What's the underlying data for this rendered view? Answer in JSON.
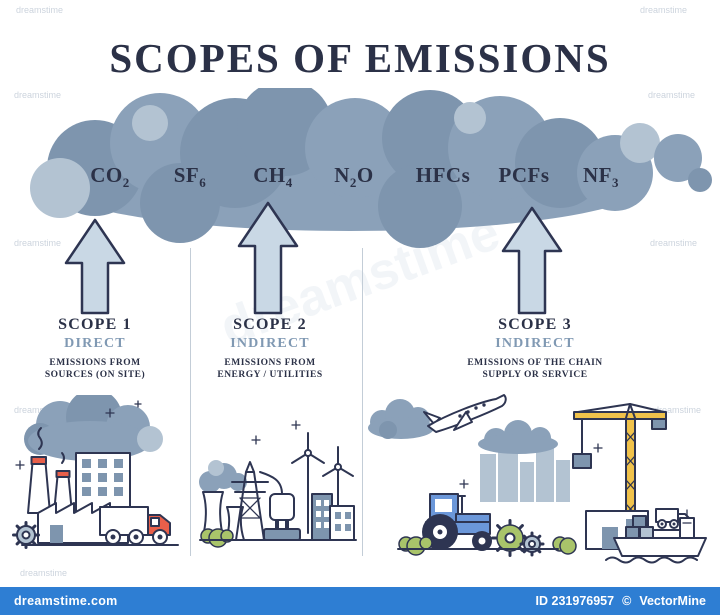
{
  "title": "SCOPES OF EMISSIONS",
  "colors": {
    "ink": "#2e3552",
    "text": "#2b3147",
    "muted": "#8099b3",
    "cloud": "#8ba1b9",
    "cloudDark": "#7e95ae",
    "cloudLight": "#b3c3d2",
    "arrow": "#c9d8e5",
    "red": "#e85f4a",
    "green": "#a9c46a",
    "yellow": "#f0c24b",
    "blue": "#6b97d9",
    "footer": "#2e7ed3"
  },
  "cloud": {
    "gases": [
      {
        "base": "CO",
        "sub": "2",
        "tail": ""
      },
      {
        "base": "SF",
        "sub": "6",
        "tail": ""
      },
      {
        "base": "CH",
        "sub": "4",
        "tail": ""
      },
      {
        "base": "N",
        "sub": "2",
        "tail": "O"
      },
      {
        "base": "HFCs",
        "sub": "",
        "tail": ""
      },
      {
        "base": "PCFs",
        "sub": "",
        "tail": ""
      },
      {
        "base": "NF",
        "sub": "3",
        "tail": ""
      }
    ]
  },
  "scopes": [
    {
      "label": "SCOPE 1",
      "type": "DIRECT",
      "desc1": "EMISSIONS FROM",
      "desc2": "SOURCES (ON SITE)"
    },
    {
      "label": "SCOPE 2",
      "type": "INDIRECT",
      "desc1": "EMISSIONS FROM",
      "desc2": "ENERGY / UTILITIES"
    },
    {
      "label": "SCOPE 3",
      "type": "INDIRECT",
      "desc1": "EMISSIONS OF THE CHAIN",
      "desc2": "SUPPLY OR SERVICE"
    }
  ],
  "watermark": {
    "text": "dreamstime"
  },
  "footer": {
    "site": "dreamstime.com",
    "id": "ID 231976957",
    "copyright": "©",
    "brand": "VectorMine"
  }
}
